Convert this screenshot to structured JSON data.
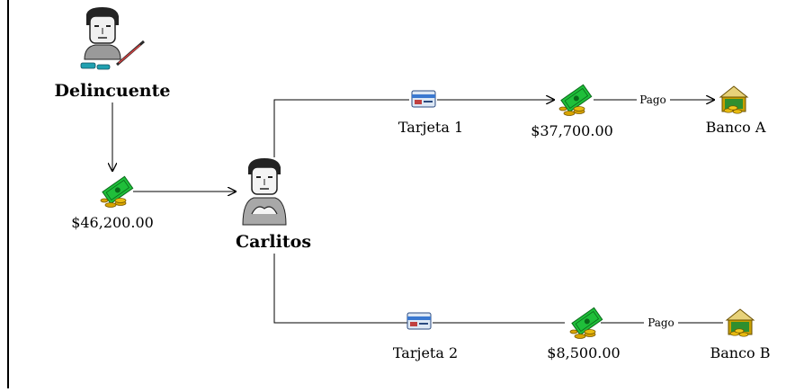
{
  "nodes": {
    "delincuente": {
      "label": "Delincuente",
      "icon": "criminal-person-icon"
    },
    "carlitos": {
      "label": "Carlitos",
      "icon": "person-icon"
    },
    "money_in": {
      "label": "$46,200.00",
      "icon": "cash-coins-icon"
    },
    "tarjeta1": {
      "label": "Tarjeta 1",
      "icon": "credit-card-icon"
    },
    "tarjeta2": {
      "label": "Tarjeta 2",
      "icon": "credit-card-icon"
    },
    "money_a": {
      "label": "$37,700.00",
      "icon": "cash-coins-icon"
    },
    "money_b": {
      "label": "$8,500.00",
      "icon": "cash-coins-icon"
    },
    "banco_a": {
      "label": "Banco A",
      "icon": "bank-vault-icon"
    },
    "banco_b": {
      "label": "Banco B",
      "icon": "bank-vault-icon"
    }
  },
  "edges": {
    "pago_a": "Pago",
    "pago_b": "Pago"
  },
  "colors": {
    "money_green": "#1fbf3a",
    "coin_gold": "#d9a400",
    "card_blue": "#3a78d0",
    "vault_gold": "#c8a000"
  }
}
